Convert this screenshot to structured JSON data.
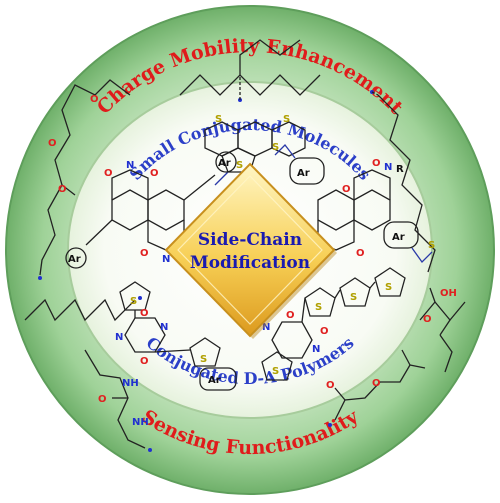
{
  "outer_arc_top": "Charge Mobility Enhancement",
  "outer_arc_bottom": "Sensing Functionality",
  "inner_arc_top": "Small Conjugated Molecules",
  "inner_arc_bottom": "Conjugated D-A Polymers",
  "center_line1": "Side-Chain",
  "center_line2": "Modification",
  "atoms": {
    "O": "O",
    "N": "N",
    "S": "S",
    "Ar": "Ar",
    "R": "R",
    "H": "H",
    "OH": "OH",
    "NH": "NH"
  },
  "colors": {
    "outer_ring": "#8fc88a",
    "outer_ring_edge": "#5e9e5b",
    "inner_disc": "#fbfdf8",
    "diamond_top": "#fff3b0",
    "diamond_bottom": "#e7a92e",
    "title_red": "#e01b1b",
    "title_blue": "#2b3fc8"
  },
  "icons": [
    "diamond-badge",
    "chemical-structure"
  ]
}
